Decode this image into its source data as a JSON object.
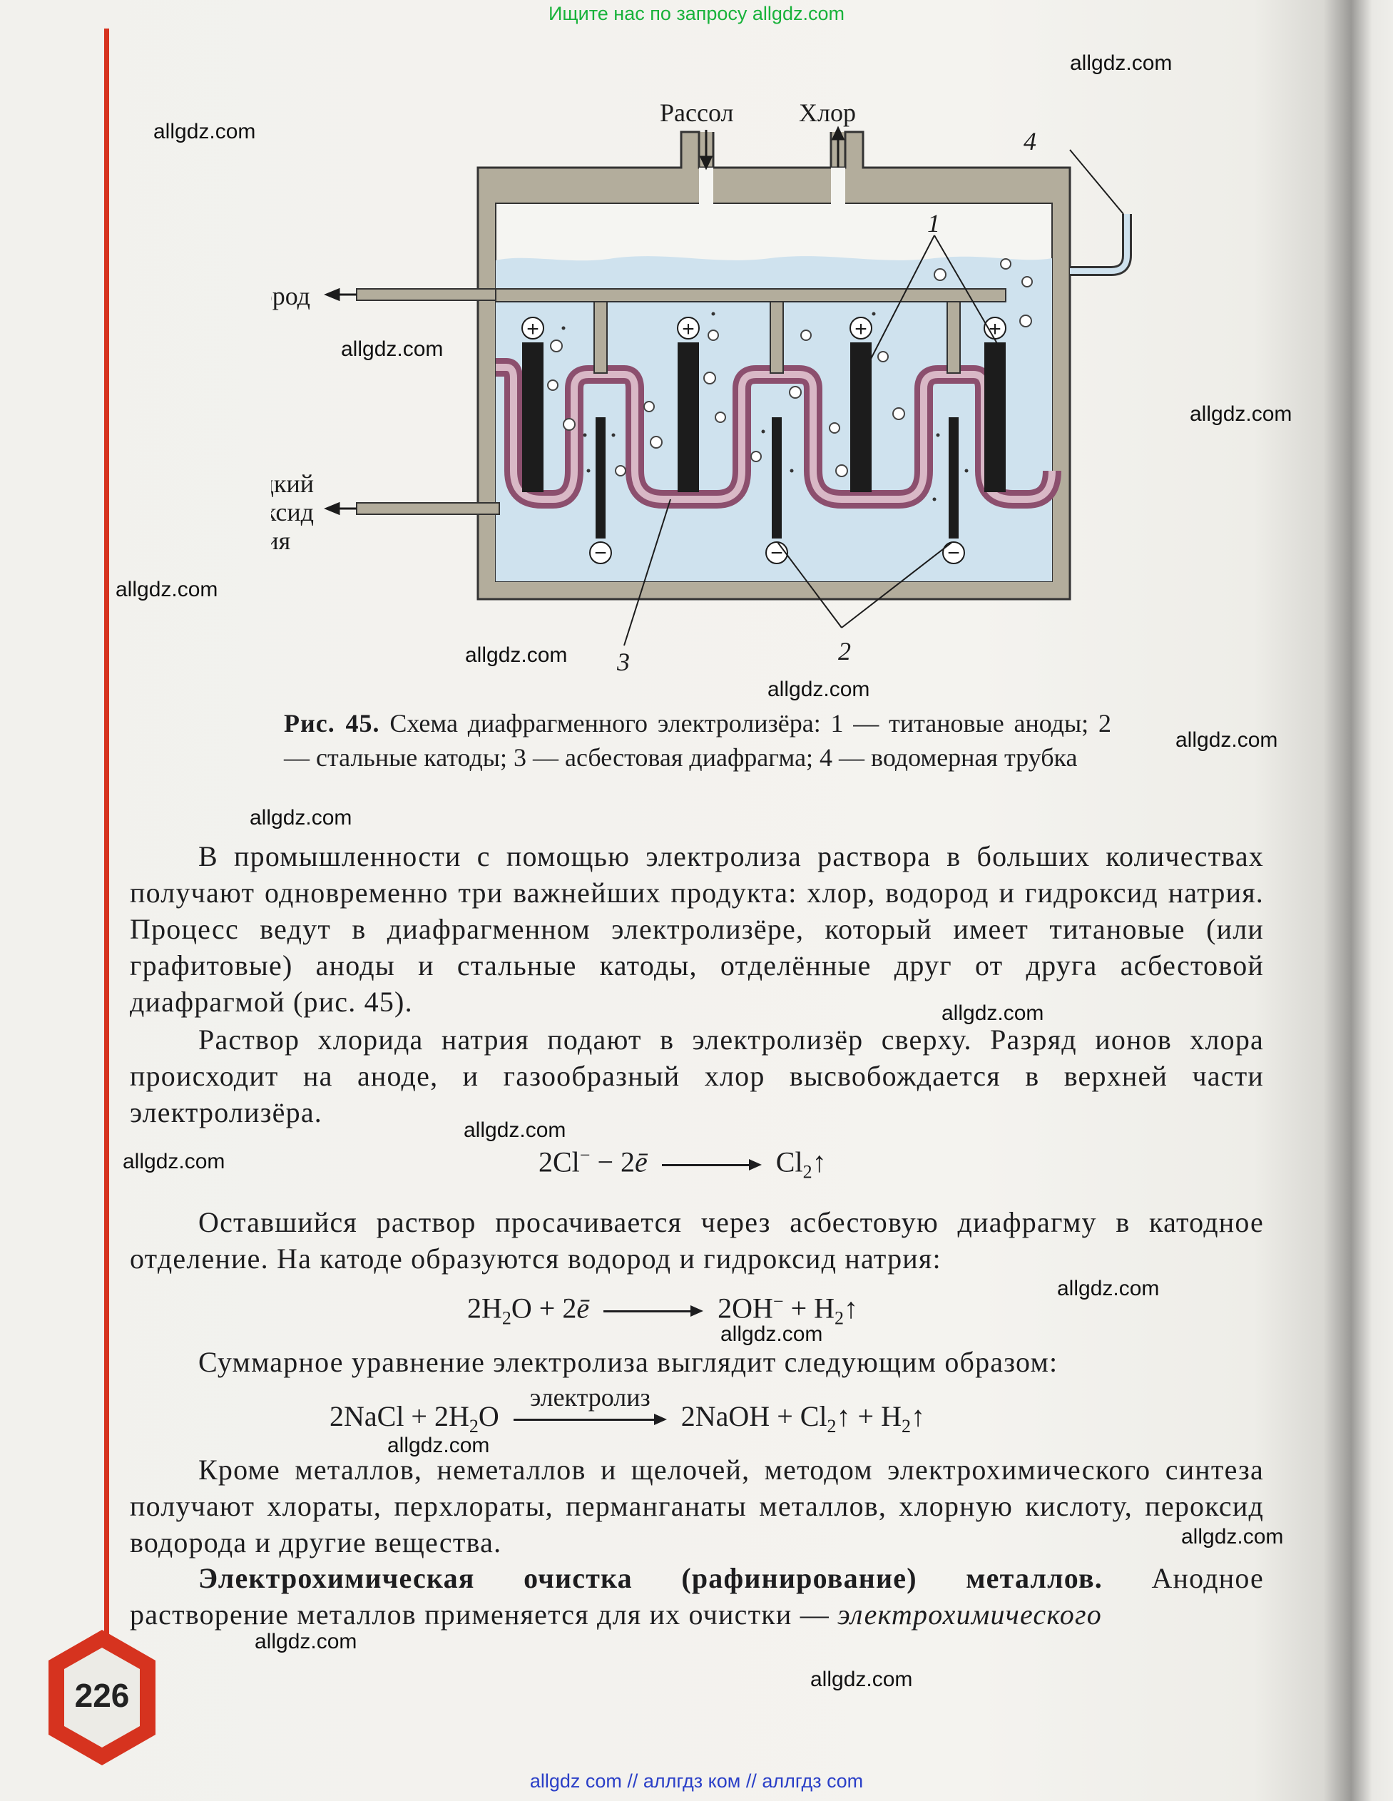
{
  "banner_top": "Ищите нас по запросу allgdz.com",
  "banner_bottom": "allgdz com  //  аллгдз ком  //  аллгдз com",
  "watermark": "allgdz.com",
  "figure": {
    "labels": {
      "brine": "Рассол",
      "chlorine": "Хлор",
      "hydrogen": "Водород",
      "naoh_line1": "Жидкий",
      "naoh_line2": "гидроксид",
      "naoh_line3": "натрия",
      "n1": "1",
      "n2": "2",
      "n3": "3",
      "n4": "4",
      "plus": "+",
      "minus": "−"
    },
    "colors": {
      "wall": "#b3ad9c",
      "electrolyte": "#cfe2ee",
      "diaphragm": "#8c4f6e",
      "electrode": "#1c1c1c"
    }
  },
  "caption": {
    "label": "Рис. 45.",
    "text": " Схема диафрагменного электролизёра: 1 — титановые аноды; 2 — стальные катоды; 3 — асбестовая диафрагма; 4 — водомерная трубка"
  },
  "p1": "В промышленности с помощью электролиза раствора в больших количествах получают одновременно три важнейших продукта: хлор, водород и гидроксид натрия. Процесс ведут в диафрагменном электролизёре, который имеет титановые (или графитовые) аноды и стальные катоды, отделённые друг от друга асбестовой диафрагмой (рис. 45).",
  "p2": "Раствор хлорида натрия подают в электролизёр сверху. Разряд ионов хлора происходит на аноде, и газообразный хлор высвобождается в верхней части электролизёра.",
  "eq1": {
    "left_a": "2Cl",
    "left_a_sup": "−",
    "minus": "− 2",
    "e": "ē",
    "product": "Cl",
    "product_sub": "2",
    "up": "↑"
  },
  "p3": "Оставшийся раствор просачивается через асбестовую диафрагму в катодное отделение. На катоде образуются водород и гидроксид натрия:",
  "eq2": {
    "a": "2H",
    "a_sub": "2",
    "a_tail": "O + 2",
    "e": "ē",
    "b": "2OH",
    "b_sup": "−",
    "plus": " + H",
    "c_sub": "2",
    "up": "↑"
  },
  "p4": "Суммарное уравнение электролиза выглядит следующим образом:",
  "eq3": {
    "a": "2NaCl + 2H",
    "a_sub": "2",
    "a_tail": "O",
    "over": "электролиз",
    "b": "2NaOH + Cl",
    "b_sub": "2",
    "up1": "↑",
    "plus": " + H",
    "c_sub": "2",
    "up2": "↑"
  },
  "p5": "Кроме металлов, неметаллов и щелочей, методом электрохимического синтеза получают хлораты, перхлораты, перманганаты металлов, хлорную кислоту, пероксид водорода и другие вещества.",
  "p6": {
    "bold": "Электрохимическая очистка (рафинирование) металлов.",
    "normal": " Анодное растворение металлов применяется для их очистки — ",
    "italic": "электрохимического"
  },
  "page_number": "226"
}
